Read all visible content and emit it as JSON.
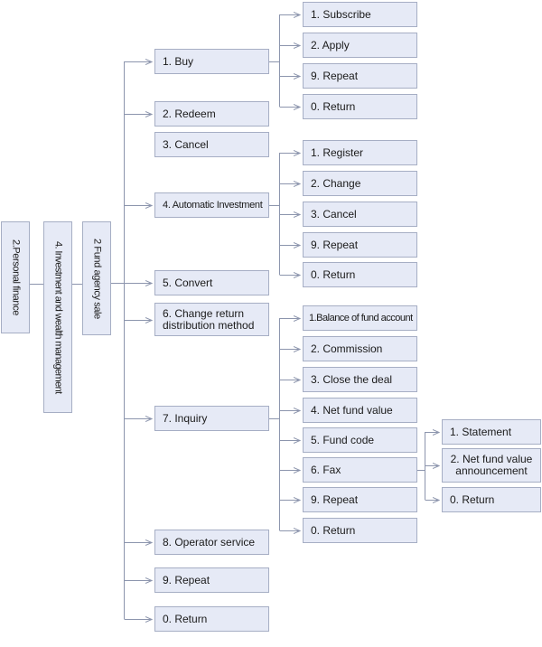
{
  "diagram": {
    "root": "2.Personal finance",
    "level1": "4. Investment and wealth management",
    "level2": "2 Fund agency sale",
    "menu": {
      "buy": "1. Buy",
      "redeem": "2. Redeem",
      "cancel": "3. Cancel",
      "automatic_investment": "4. Automatic Investment",
      "convert": "5. Convert",
      "change_return": "6. Change return distribution method",
      "inquiry": "7. Inquiry",
      "operator_service": "8. Operator service",
      "repeat": "9. Repeat",
      "return": "0. Return"
    },
    "buy_options": {
      "subscribe": "1. Subscribe",
      "apply": "2. Apply",
      "repeat": "9. Repeat",
      "return": "0. Return"
    },
    "automatic_investment_options": {
      "register": "1. Register",
      "change": "2. Change",
      "cancel": "3. Cancel",
      "repeat": "9. Repeat",
      "return": "0. Return"
    },
    "inquiry_options": {
      "balance": "1.Balance of fund account",
      "commission": "2. Commission",
      "close_deal": "3. Close the deal",
      "net_fund_value": "4. Net fund value",
      "fund_code": "5. Fund code",
      "fax": "6. Fax",
      "repeat": "9. Repeat",
      "return": "0. Return"
    },
    "fax_options": {
      "statement": "1. Statement",
      "announcement": "2. Net fund value announcement",
      "return": "0. Return"
    }
  },
  "colors": {
    "box_fill": "#e6eaf6",
    "box_border": "#a6aec4",
    "connector": "#8c95ad"
  }
}
